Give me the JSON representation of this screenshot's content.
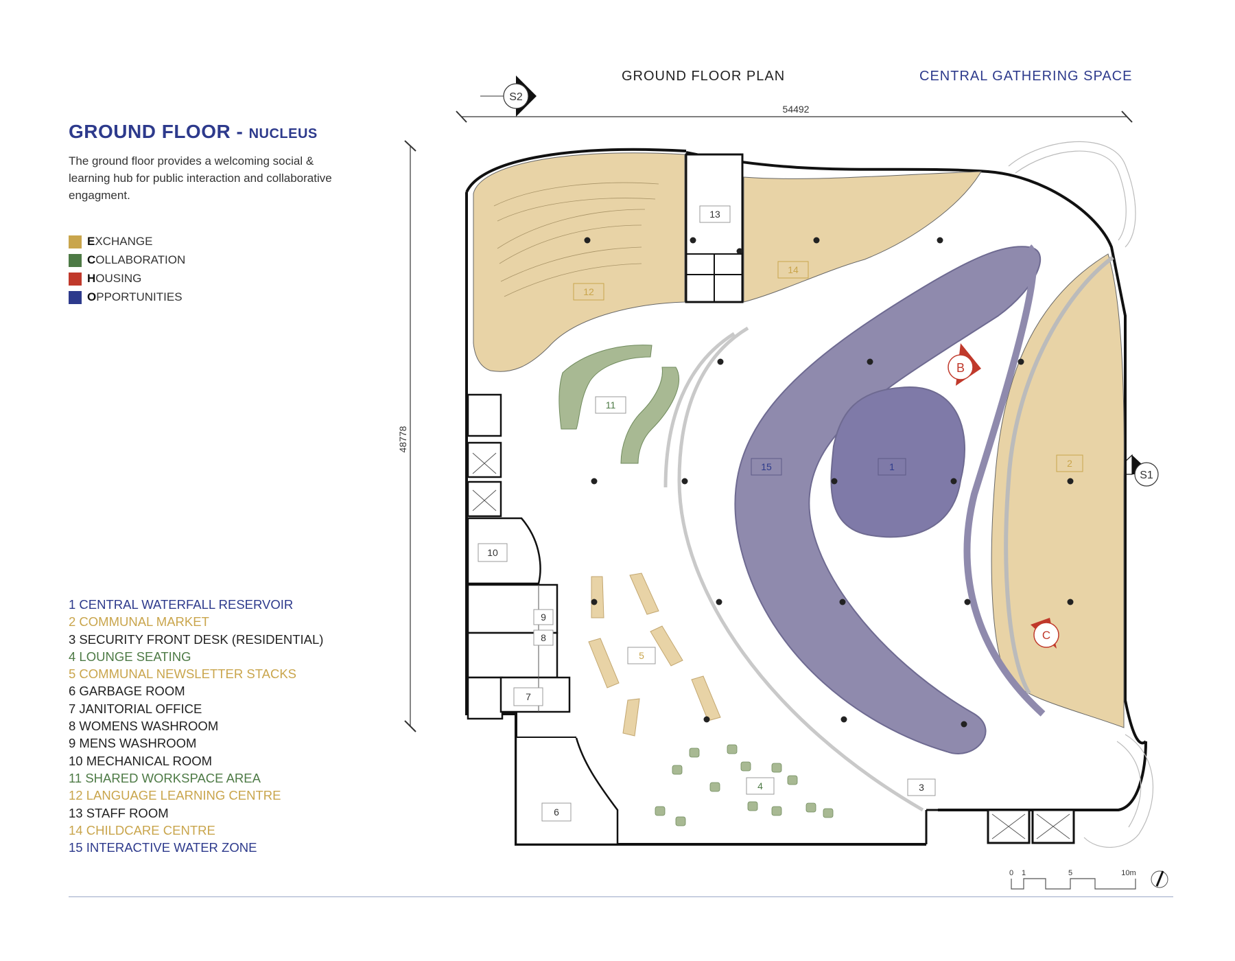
{
  "header": {
    "title_main": "GROUND FLOOR - ",
    "title_sub": "NUCLEUS",
    "intro": "The ground floor provides a welcoming social & learning hub for public interaction and collaborative engagment.",
    "plan_title": "GROUND FLOOR PLAN",
    "space_title": "CENTRAL GATHERING SPACE"
  },
  "legend": [
    {
      "initial": "E",
      "rest": "XCHANGE",
      "color": "#c9a54c"
    },
    {
      "initial": "C",
      "rest": "OLLABORATION",
      "color": "#4d7a45"
    },
    {
      "initial": "H",
      "rest": "OUSING",
      "color": "#c0392b"
    },
    {
      "initial": "O",
      "rest": "PPORTUNITIES",
      "color": "#2d3a8c"
    }
  ],
  "rooms": [
    {
      "label": "1 CENTRAL WATERFALL RESERVOIR",
      "color": "#2d3a8c"
    },
    {
      "label": "2 COMMUNAL MARKET",
      "color": "#c9a54c"
    },
    {
      "label": "3 SECURITY FRONT DESK (RESIDENTIAL)",
      "color": "#222222"
    },
    {
      "label": "4 LOUNGE SEATING",
      "color": "#4d7a45"
    },
    {
      "label": "5 COMMUNAL NEWSLETTER STACKS",
      "color": "#c9a54c"
    },
    {
      "label": "6 GARBAGE ROOM",
      "color": "#222222"
    },
    {
      "label": "7 JANITORIAL OFFICE",
      "color": "#222222"
    },
    {
      "label": "8 WOMENS WASHROOM",
      "color": "#222222"
    },
    {
      "label": "9 MENS WASHROOM",
      "color": "#222222"
    },
    {
      "label": "10 MECHANICAL ROOM",
      "color": "#222222"
    },
    {
      "label": "11 SHARED WORKSPACE AREA",
      "color": "#4d7a45"
    },
    {
      "label": "12 LANGUAGE LEARNING CENTRE",
      "color": "#c9a54c"
    },
    {
      "label": "13 STAFF ROOM",
      "color": "#222222"
    },
    {
      "label": "14 CHILDCARE CENTRE",
      "color": "#c9a54c"
    },
    {
      "label": "15 INTERACTIVE WATER ZONE",
      "color": "#2d3a8c"
    }
  ],
  "plan": {
    "dimension_width": "54492",
    "dimension_height": "48778",
    "section_s2": "S2",
    "section_s1": "S1",
    "marker_b": "B",
    "marker_c": "C",
    "scale_labels": [
      "0",
      "1",
      "5",
      "10m"
    ],
    "tags": {
      "t1": "1",
      "t2": "2",
      "t3": "3",
      "t4": "4",
      "t5": "5",
      "t6": "6",
      "t7": "7",
      "t8": "8",
      "t9": "9",
      "t10": "10",
      "t11": "11",
      "t12": "12",
      "t13": "13",
      "t14": "14",
      "t15": "15"
    }
  },
  "colors": {
    "exchange_fill": "#e8d3a6",
    "collab_fill": "#a8b993",
    "water_fill": "#8f8aad",
    "accent_blue": "#2d3a8c",
    "accent_red": "#c0392b"
  }
}
